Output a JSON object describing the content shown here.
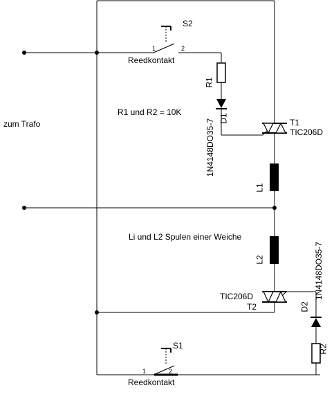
{
  "diagram": {
    "labels": {
      "trafo": "zum Trafo",
      "resistor_note": "R1 und R2 = 10K",
      "coil_note": "Li und L2 Spulen einer Weiche"
    },
    "switches": {
      "s2": {
        "name": "S2",
        "caption": "Reedkontakt",
        "pin1": "1",
        "pin2": "2"
      },
      "s1": {
        "name": "S1",
        "caption": "Reedkontakt",
        "pin1": "1",
        "pin2": "2"
      }
    },
    "resistors": {
      "r1": "R1",
      "r2": "R2"
    },
    "diodes": {
      "d1": {
        "name": "D1",
        "part": "1N4148DO35-7"
      },
      "d2": {
        "name": "D2",
        "part": "1N4148DO35-7"
      }
    },
    "triacs": {
      "t1": {
        "name": "T1",
        "part": "TIC206D"
      },
      "t2": {
        "name": "T2",
        "part": "TIC206D"
      }
    },
    "coils": {
      "l1": "L1",
      "l2": "L2"
    }
  }
}
